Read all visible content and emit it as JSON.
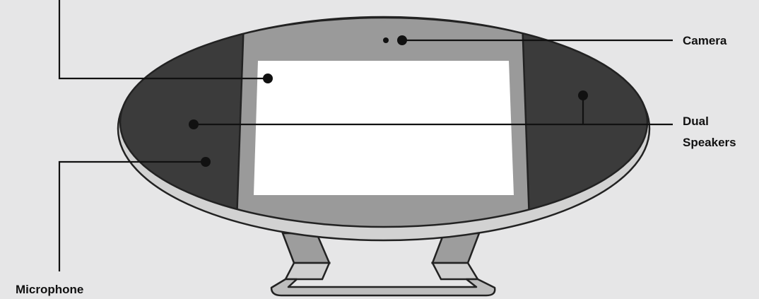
{
  "labels": {
    "camera": "Camera",
    "speakers_line1": "Dual",
    "speakers_line2": "Speakers",
    "microphone": "Microphone"
  },
  "colors": {
    "background": "#e6e6e7",
    "speaker_panel": "#3b3b3b",
    "bezel": "#9a9a9a",
    "screen": "#ffffff",
    "outline": "#222222",
    "stand": "#b7b7b7"
  }
}
